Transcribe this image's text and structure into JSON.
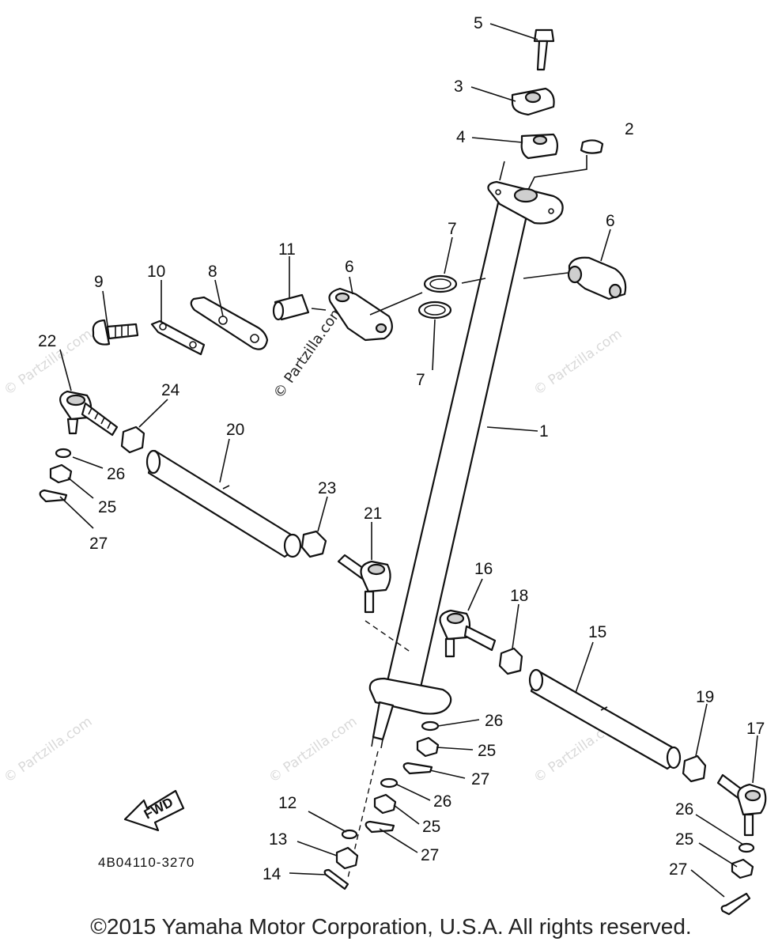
{
  "diagram": {
    "callouts": {
      "c1": "1",
      "c2": "2",
      "c3": "3",
      "c4": "4",
      "c5": "5",
      "c6a": "6",
      "c6b": "6",
      "c7a": "7",
      "c7b": "7",
      "c8": "8",
      "c9": "9",
      "c10": "10",
      "c11": "11",
      "c12": "12",
      "c13": "13",
      "c14": "14",
      "c15": "15",
      "c16": "16",
      "c17": "17",
      "c18": "18",
      "c19": "19",
      "c20": "20",
      "c21": "21",
      "c22": "22",
      "c23": "23",
      "c24": "24",
      "c25a": "25",
      "c25b": "25",
      "c25c": "25",
      "c25d": "25",
      "c26a": "26",
      "c26b": "26",
      "c26c": "26",
      "c26d": "26",
      "c27a": "27",
      "c27b": "27",
      "c27c": "27",
      "c27d": "27"
    },
    "watermark": "© Partzilla.com",
    "fwd_label": "FWD",
    "drawing_code": "4B04110-3270"
  },
  "footer": {
    "copyright": "©2015 Yamaha Motor Corporation, U.S.A. All rights reserved."
  }
}
